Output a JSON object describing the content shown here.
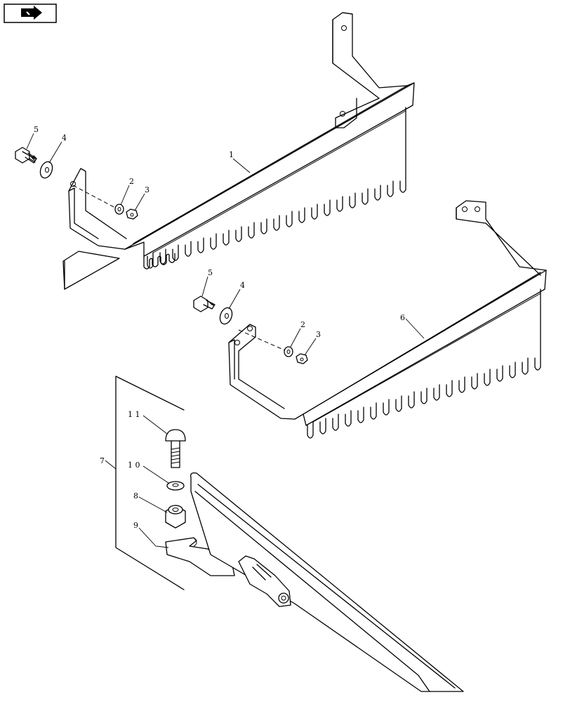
{
  "diagram": {
    "callouts": {
      "part1": "1",
      "part2a": "2",
      "part3a": "3",
      "part4a": "4",
      "part5a": "5",
      "part6": "6",
      "part2b": "2",
      "part3b": "3",
      "part4b": "4",
      "part5b": "5",
      "part7": "7",
      "part8": "8",
      "part9": "9",
      "part10": "1 0",
      "part11": "1 1"
    }
  }
}
